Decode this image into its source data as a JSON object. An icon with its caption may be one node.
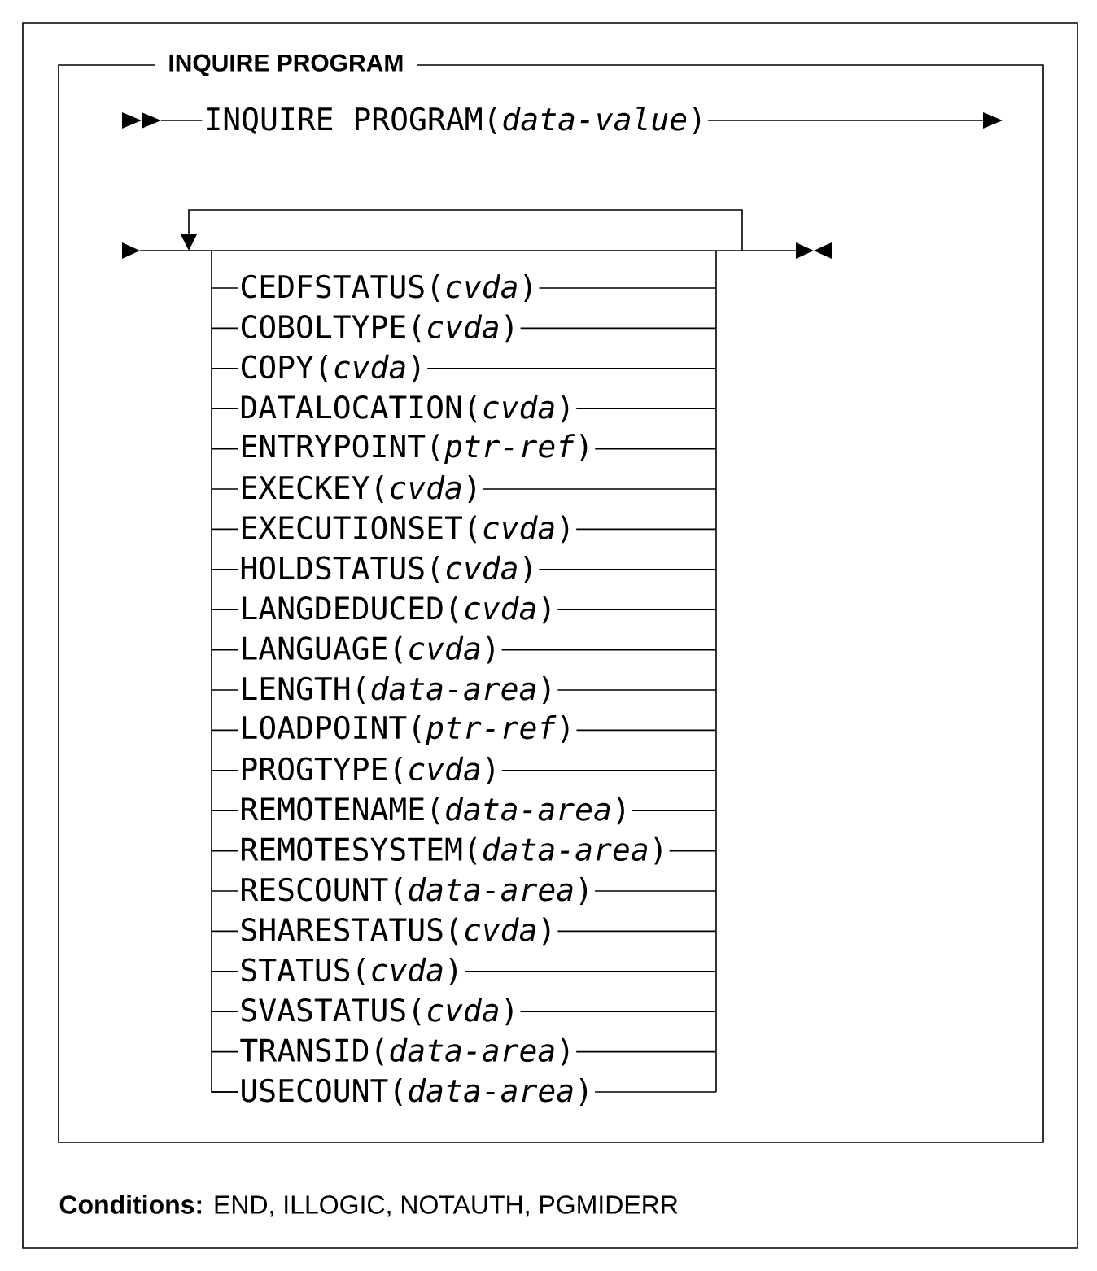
{
  "diagram": {
    "nodes": [
      {
        "text": [
          "INQUIRE PROGRAM"
        ]
      },
      {
        "text": [
          "INQUIRE PROGRAM(*data-value*)"
        ],
        "in": 0
      },
      {
        "text": [
          "CEDFSTATUS(*cvda*)"
        ],
        "in": 0
      },
      {
        "text": [
          "COBOLTYPE(*cvda*)"
        ],
        "in": 0
      },
      {
        "text": [
          "COPY(*cvda*)"
        ],
        "in": 0
      },
      {
        "text": [
          "DATALOCATION(*cvda*)"
        ],
        "in": 0
      },
      {
        "text": [
          "ENTRYPOINT(*ptr-ref*)"
        ],
        "in": 0
      },
      {
        "text": [
          "EXECKEY(*cvda*)"
        ],
        "in": 0
      },
      {
        "text": [
          "EXECUTIONSET(*cvda*)"
        ],
        "in": 0
      },
      {
        "text": [
          "HOLDSTATUS(*cvda*)"
        ],
        "in": 0
      },
      {
        "text": [
          "LANGDEDUCED(*cvda*)"
        ],
        "in": 0
      },
      {
        "text": [
          "LANGUAGE(*cvda*)"
        ],
        "in": 0
      },
      {
        "text": [
          "LENGTH(*data-area*)"
        ],
        "in": 0
      },
      {
        "text": [
          "LOADPOINT(*ptr-ref*)"
        ],
        "in": 0
      },
      {
        "text": [
          "PROGTYPE(*cvda*)"
        ],
        "in": 0
      },
      {
        "text": [
          "REMOTENAME(*data-area*)"
        ],
        "in": 0
      },
      {
        "text": [
          "REMOTESYSTEM(*data-area*)"
        ],
        "in": 0
      },
      {
        "text": [
          "RESCOUNT(*data-area*)"
        ],
        "in": 0
      },
      {
        "text": [
          "SHARESTATUS(*cvda*)"
        ],
        "in": 0
      },
      {
        "text": [
          "STATUS(*cvda*)"
        ],
        "in": 0
      },
      {
        "text": [
          "SVASTATUS(*cvda*)"
        ],
        "in": 0
      },
      {
        "text": [
          "TRANSID(*data-area*)"
        ],
        "in": 0
      },
      {
        "text": [
          "USECOUNT(*data-area*)"
        ],
        "in": 0
      }
    ],
    "labels": [
      "**Conditions:**  END, ILLOGIC, NOTAUTH, PGMIDERR"
    ]
  }
}
